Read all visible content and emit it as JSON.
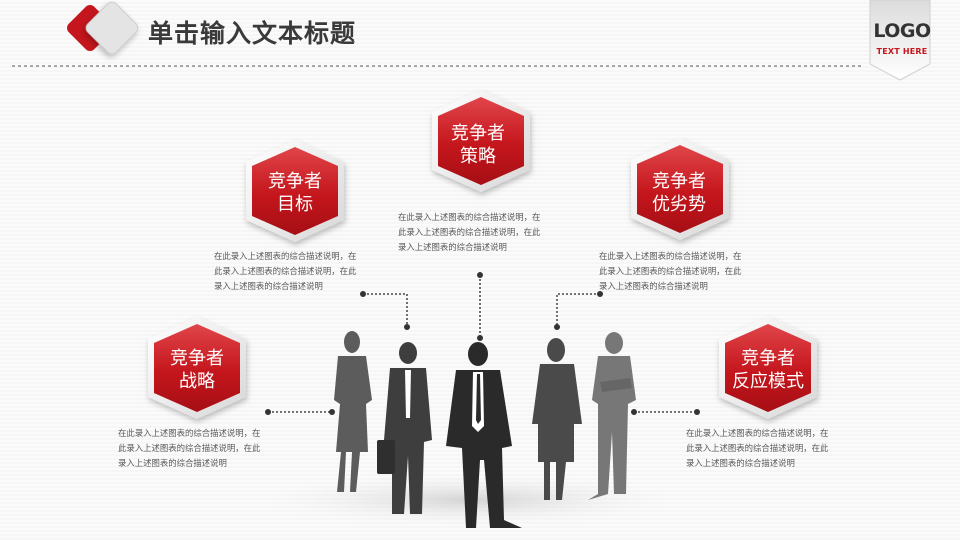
{
  "header": {
    "title": "单击输入文本标题",
    "logo": "LOGO",
    "logo_sub": "TEXT HERE"
  },
  "items": [
    {
      "id": "strategy-left",
      "label_line1": "竞争者",
      "label_line2": "战略",
      "desc": [
        "在此录入上述图表的综合描述说明，在",
        "此录入上述图表的综合描述说明，在此",
        "录入上述图表的综合描述说明"
      ]
    },
    {
      "id": "goal",
      "label_line1": "竞争者",
      "label_line2": "目标",
      "desc": [
        "在此录入上述图表的综合描述说明，在",
        "此录入上述图表的综合描述说明，在此",
        "录入上述图表的综合描述说明"
      ]
    },
    {
      "id": "policy",
      "label_line1": "竞争者",
      "label_line2": "策略",
      "desc": [
        "在此录入上述图表的综合描述说明，在",
        "此录入上述图表的综合描述说明，在此",
        "录入上述图表的综合描述说明"
      ]
    },
    {
      "id": "swot",
      "label_line1": "竞争者",
      "label_line2": "优劣势",
      "desc": [
        "在此录入上述图表的综合描述说明，在",
        "此录入上述图表的综合描述说明，在此",
        "录入上述图表的综合描述说明"
      ]
    },
    {
      "id": "response",
      "label_line1": "竞争者",
      "label_line2": "反应模式",
      "desc": [
        "在此录入上述图表的综合描述说明，在",
        "此录入上述图表的综合描述说明，在此",
        "录入上述图表的综合描述说明"
      ]
    }
  ],
  "colors": {
    "accent": "#c4161c",
    "text": "#3a3a3a",
    "silhouette_dark": "#333333",
    "silhouette_light": "#6e6e6e"
  }
}
